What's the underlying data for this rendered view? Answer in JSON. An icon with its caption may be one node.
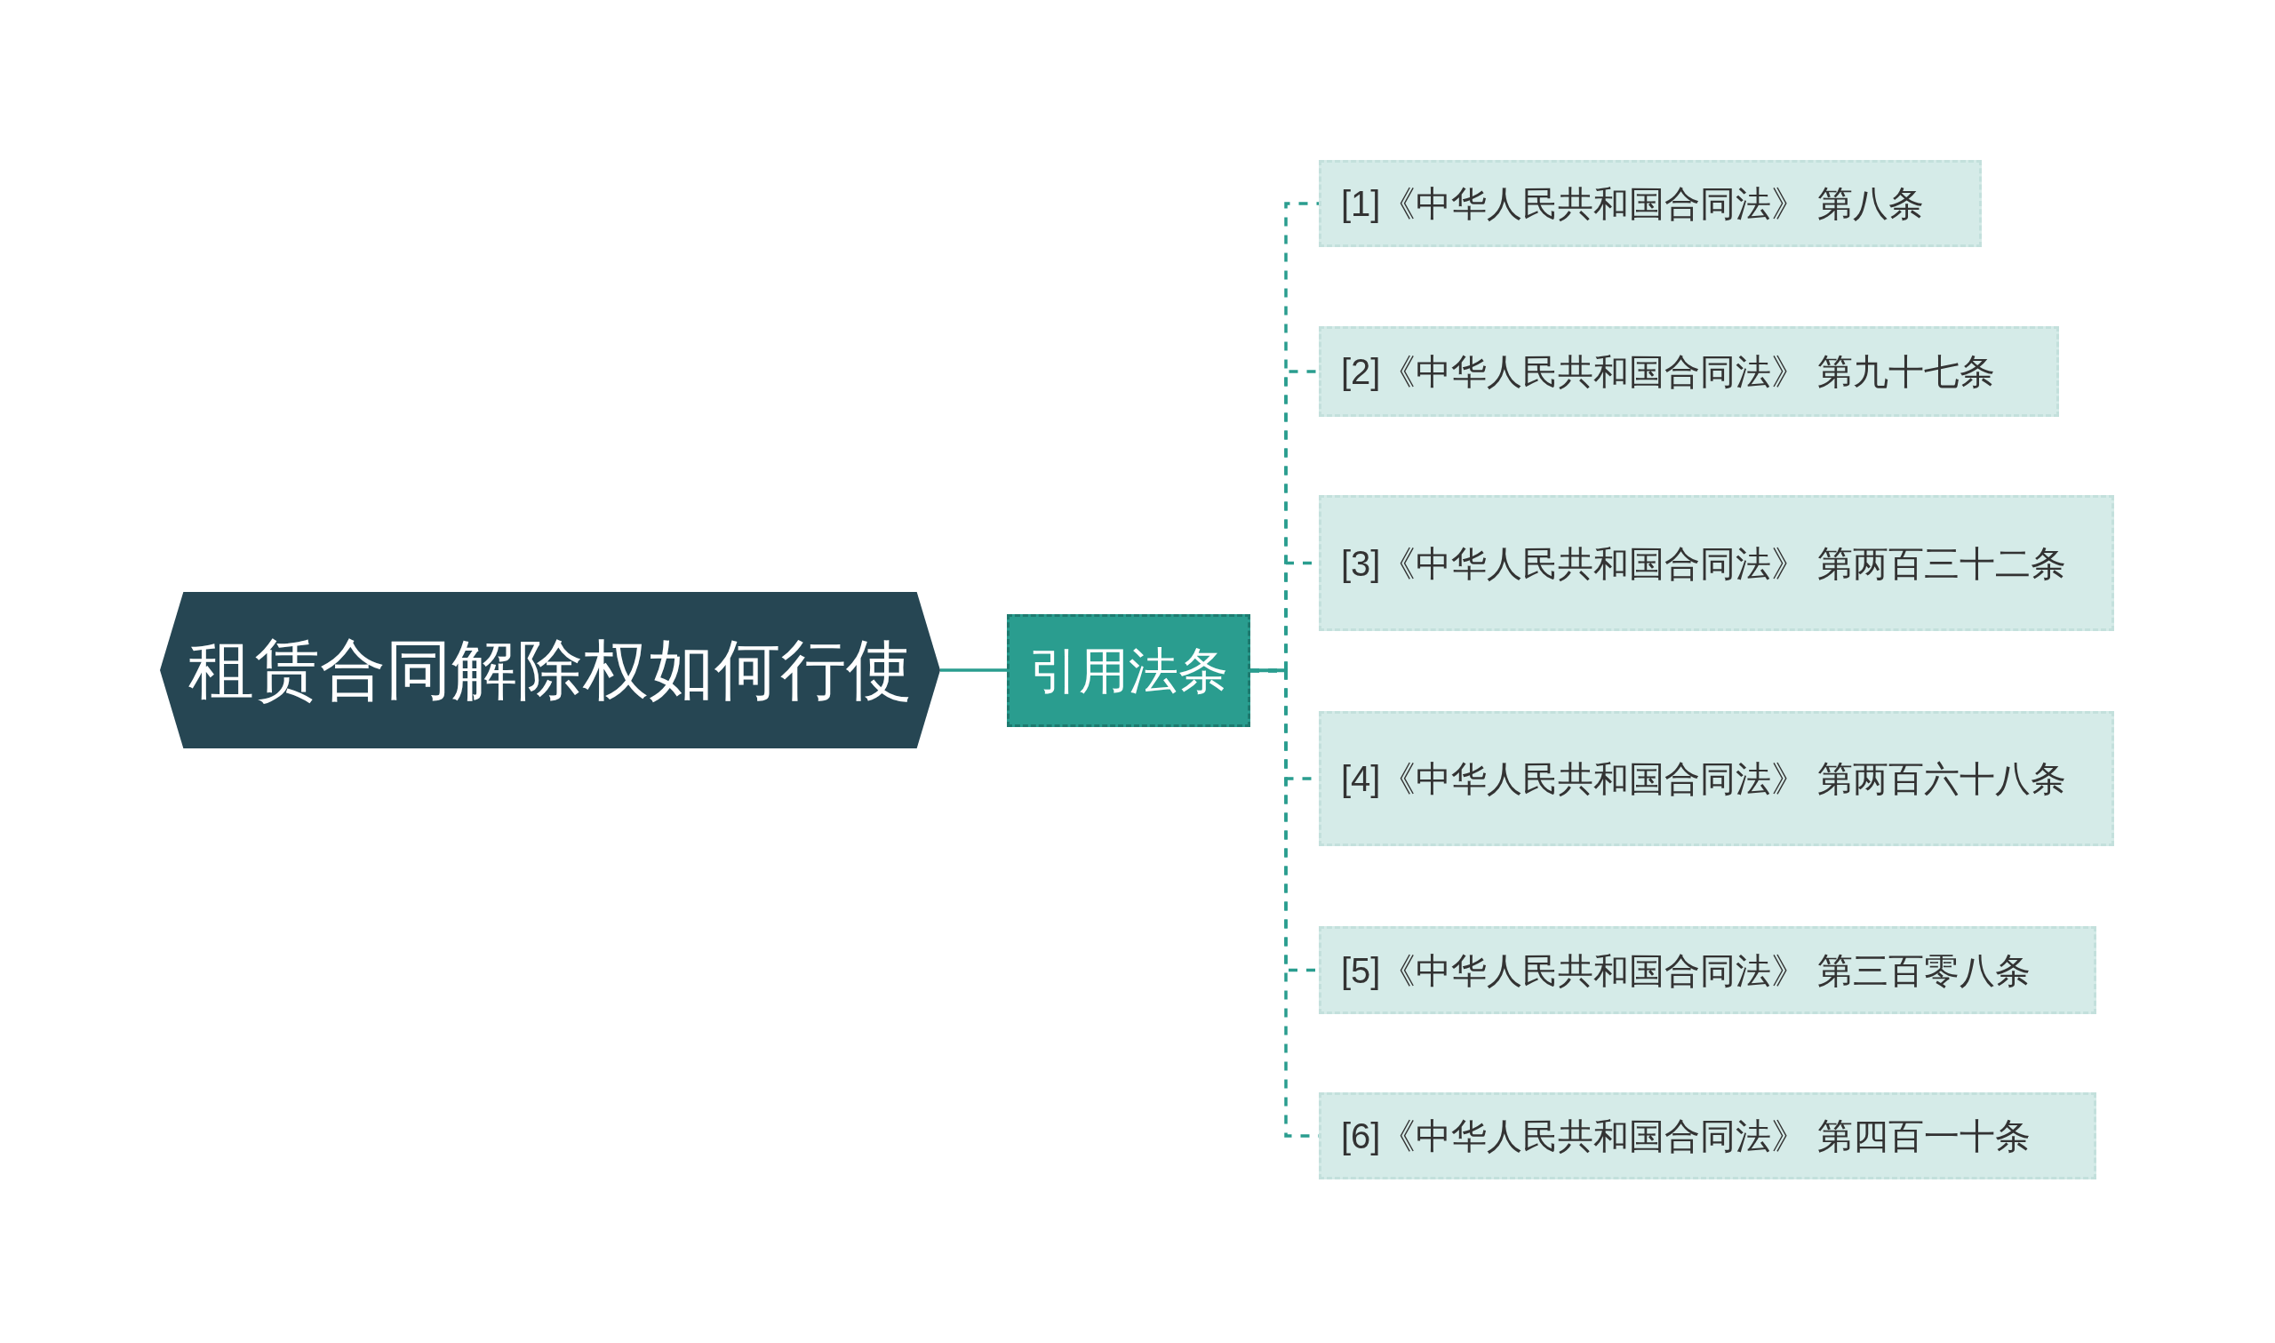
{
  "diagram": {
    "nodes": [
      {
        "text": [
          "租赁合同解除权如何行使"
        ]
      },
      {
        "text": [
          "引用法条"
        ]
      },
      {
        "text": [
          "[1]《中华人民共和国合同法》 第八条"
        ]
      },
      {
        "text": [
          "[2]《中华人民共和国合同法》 第九十七条"
        ]
      },
      {
        "text": [
          "[3]《中华人民共和国合同法》 第两百三十二条"
        ]
      },
      {
        "text": [
          "[4]《中华人民共和国合同法》 第两百六十八条"
        ]
      },
      {
        "text": [
          "[5]《中华人民共和国合同法》 第三百零八条"
        ]
      },
      {
        "text": [
          "[6]《中华人民共和国合同法》 第四百一十条"
        ]
      }
    ],
    "edges": [
      {
        "from": 0,
        "to": 1,
        "arrow": "none"
      },
      {
        "from": 1,
        "to": 2,
        "arrow": "none",
        "style": "dashed"
      },
      {
        "from": 1,
        "to": 3,
        "arrow": "none",
        "style": "dashed"
      },
      {
        "from": 1,
        "to": 4,
        "arrow": "none",
        "style": "dashed"
      },
      {
        "from": 1,
        "to": 5,
        "arrow": "none",
        "style": "dashed"
      },
      {
        "from": 1,
        "to": 6,
        "arrow": "none",
        "style": "dashed"
      },
      {
        "from": 1,
        "to": 7,
        "arrow": "none",
        "style": "dashed"
      }
    ]
  }
}
